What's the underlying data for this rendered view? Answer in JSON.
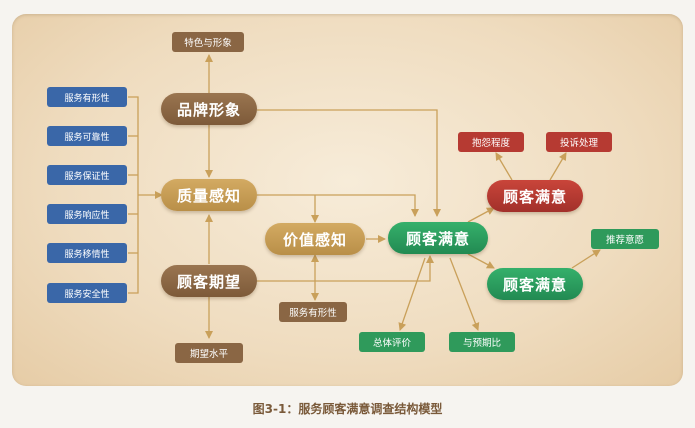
{
  "nodes": {
    "features_form": "特色与形象",
    "brand_image": "品牌形象",
    "quality_perception": "质量感知",
    "customer_expectation": "顾客期望",
    "expectation_level": "期望水平",
    "value_perception": "价值感知",
    "service_tangibility_mid": "服务有形性",
    "satisfaction_center": "顾客满意",
    "satisfaction_top": "顾客满意",
    "satisfaction_bottom": "顾客满意",
    "complaint_degree": "抱怨程度",
    "complaint_handling": "投诉处理",
    "recommendation": "推荐意愿",
    "overall_evaluation": "总体评价",
    "vs_expectation": "与预期比"
  },
  "dimensions": [
    "服务有形性",
    "服务可靠性",
    "服务保证性",
    "服务响应性",
    "服务移情性",
    "服务安全性"
  ],
  "caption": "图3-1：服务顾客满意调查结构模型",
  "colors": {
    "brown": "#8a6644",
    "blue": "#3a67a8",
    "red": "#b63a32",
    "green": "#2f9a5b",
    "gold": "#c9a05a",
    "line": "#c9a05a"
  }
}
